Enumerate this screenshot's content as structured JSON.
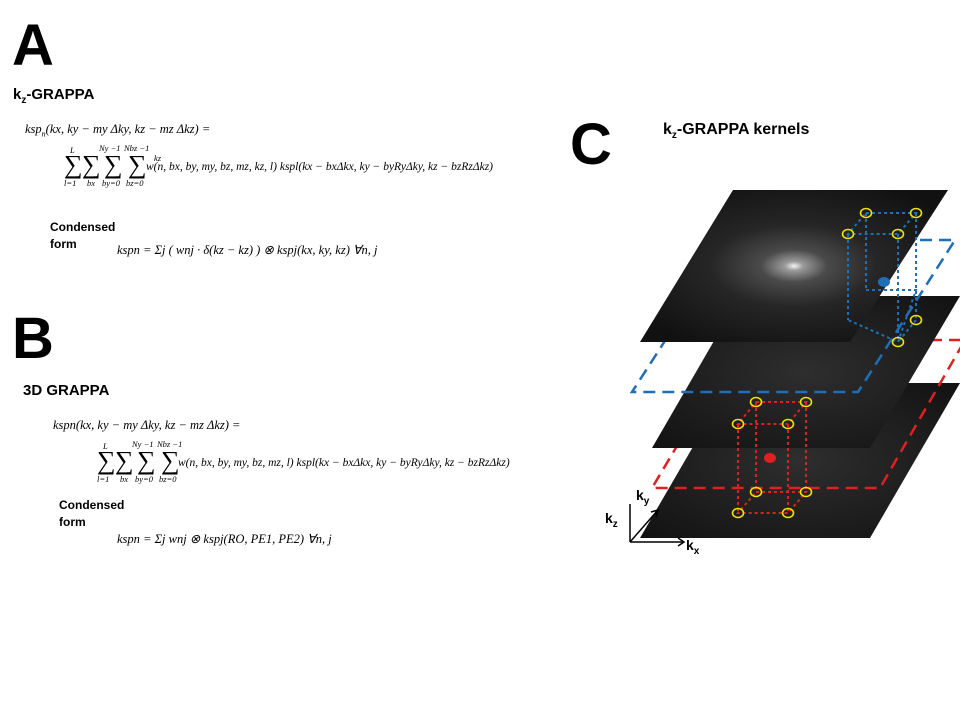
{
  "panels": {
    "a": {
      "letter": "A",
      "heading_main": "k",
      "heading_sub": "z",
      "heading_rest": "-GRAPPA",
      "eq_lhs": "ksp",
      "eq_lhs_sub": "n",
      "eq_lhs_args": "(k",
      "eq_line1_rest": "x, ky − my Δky, kz − mz Δkz) =",
      "sum_limits": {
        "s1_top": "L",
        "s1_bottom": "l=1",
        "s2_bottom": "bx",
        "s3_top": "Ny −1",
        "s3_bottom": "by=0",
        "s4_top": "Nbz −1",
        "s4_bottom": "bz=0"
      },
      "eq_line2": "w(n, bx, by, my, bz, mz, kz, l) kspl(kx − bxΔkx, ky − byRyΔky, kz − bzRzΔkz)",
      "weight_sup": "kz",
      "condensed_label_1": "Condensed",
      "condensed_label_2": "form",
      "condensed_eq": "kspn = Σj ( wnj · δ(kz − kz) ) ⊗ kspj(kx, ky, kz)     ∀n, j"
    },
    "b": {
      "letter": "B",
      "heading": "3D GRAPPA",
      "eq_line1": "kspn(kx, ky − my Δky, kz − mz Δkz) =",
      "sum_limits": {
        "s1_top": "L",
        "s1_bottom": "l=1",
        "s2_bottom": "bx",
        "s3_top": "Ny −1",
        "s3_bottom": "by=0",
        "s4_top": "Nbz −1",
        "s4_bottom": "bz=0"
      },
      "eq_line2": "w(n, bx, by, my, bz, mz, l) kspl(kx − bxΔkx, ky − byRyΔky, kz − bzRzΔkz)",
      "condensed_label_1": "Condensed",
      "condensed_label_2": "form",
      "condensed_eq": "kspn = Σj wnj ⊗ kspj(RO, PE1, PE2)     ∀n, j"
    },
    "c": {
      "letter": "C",
      "heading_main": "k",
      "heading_sub": "z",
      "heading_rest": "-GRAPPA kernels",
      "axis_y": "k",
      "axis_y_sub": "y",
      "axis_z": "k",
      "axis_z_sub": "z",
      "axis_x": "k",
      "axis_x_sub": "x"
    }
  },
  "colors": {
    "blue": "#1f6fb8",
    "red": "#e02020",
    "yellow": "#f2e600",
    "slab": "#101010"
  }
}
